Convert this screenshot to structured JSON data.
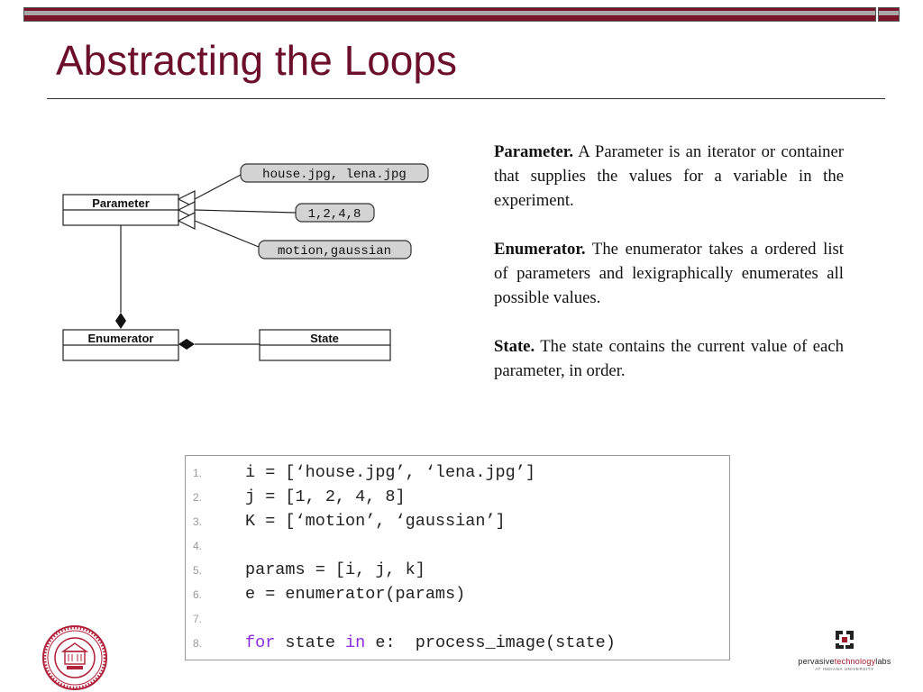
{
  "slide": {
    "title": "Abstracting the Loops"
  },
  "diagram": {
    "parameter_class": "Parameter",
    "enumerator_class": "Enumerator",
    "state_class": "State",
    "values": [
      "house.jpg, lena.jpg",
      "1,2,4,8",
      "motion,gaussian"
    ]
  },
  "descriptions": [
    {
      "term": "Parameter.",
      "text": " A Parameter is an iterator or container that supplies the values for a variable in the experiment."
    },
    {
      "term": "Enumerator.",
      "text": " The enumerator takes a ordered list of parameters and lexigraphically enumerates all possible values."
    },
    {
      "term": "State.",
      "text": " The state contains the current value of each parameter, in order."
    }
  ],
  "code": {
    "line_numbers": [
      "1.",
      "2.",
      "3.",
      "4.",
      "5.",
      "6.",
      "7.",
      "8."
    ],
    "lines": [
      "i = [‘house.jpg’, ‘lena.jpg’]",
      "j = [1, 2, 4, 8]",
      "K = [‘motion’, ‘gaussian’]",
      "",
      "params = [i, j, k]",
      "e = enumerator(params)",
      "",
      ""
    ],
    "line8": {
      "kw_for": "for",
      "part1": " state ",
      "kw_in": "in",
      "part2": " e:  process_image(state)"
    }
  },
  "logos": {
    "university_seal": "indiana-university-seal",
    "lab_name_prefix": "pervasive",
    "lab_name_accent": "technology",
    "lab_name_suffix": "labs",
    "lab_subtitle": "AT INDIANA UNIVERSITY"
  },
  "colors": {
    "title": "#6b0f2b",
    "topbar": "#7a1428",
    "keyword": "#8a2be2",
    "seal": "#b0213a"
  }
}
